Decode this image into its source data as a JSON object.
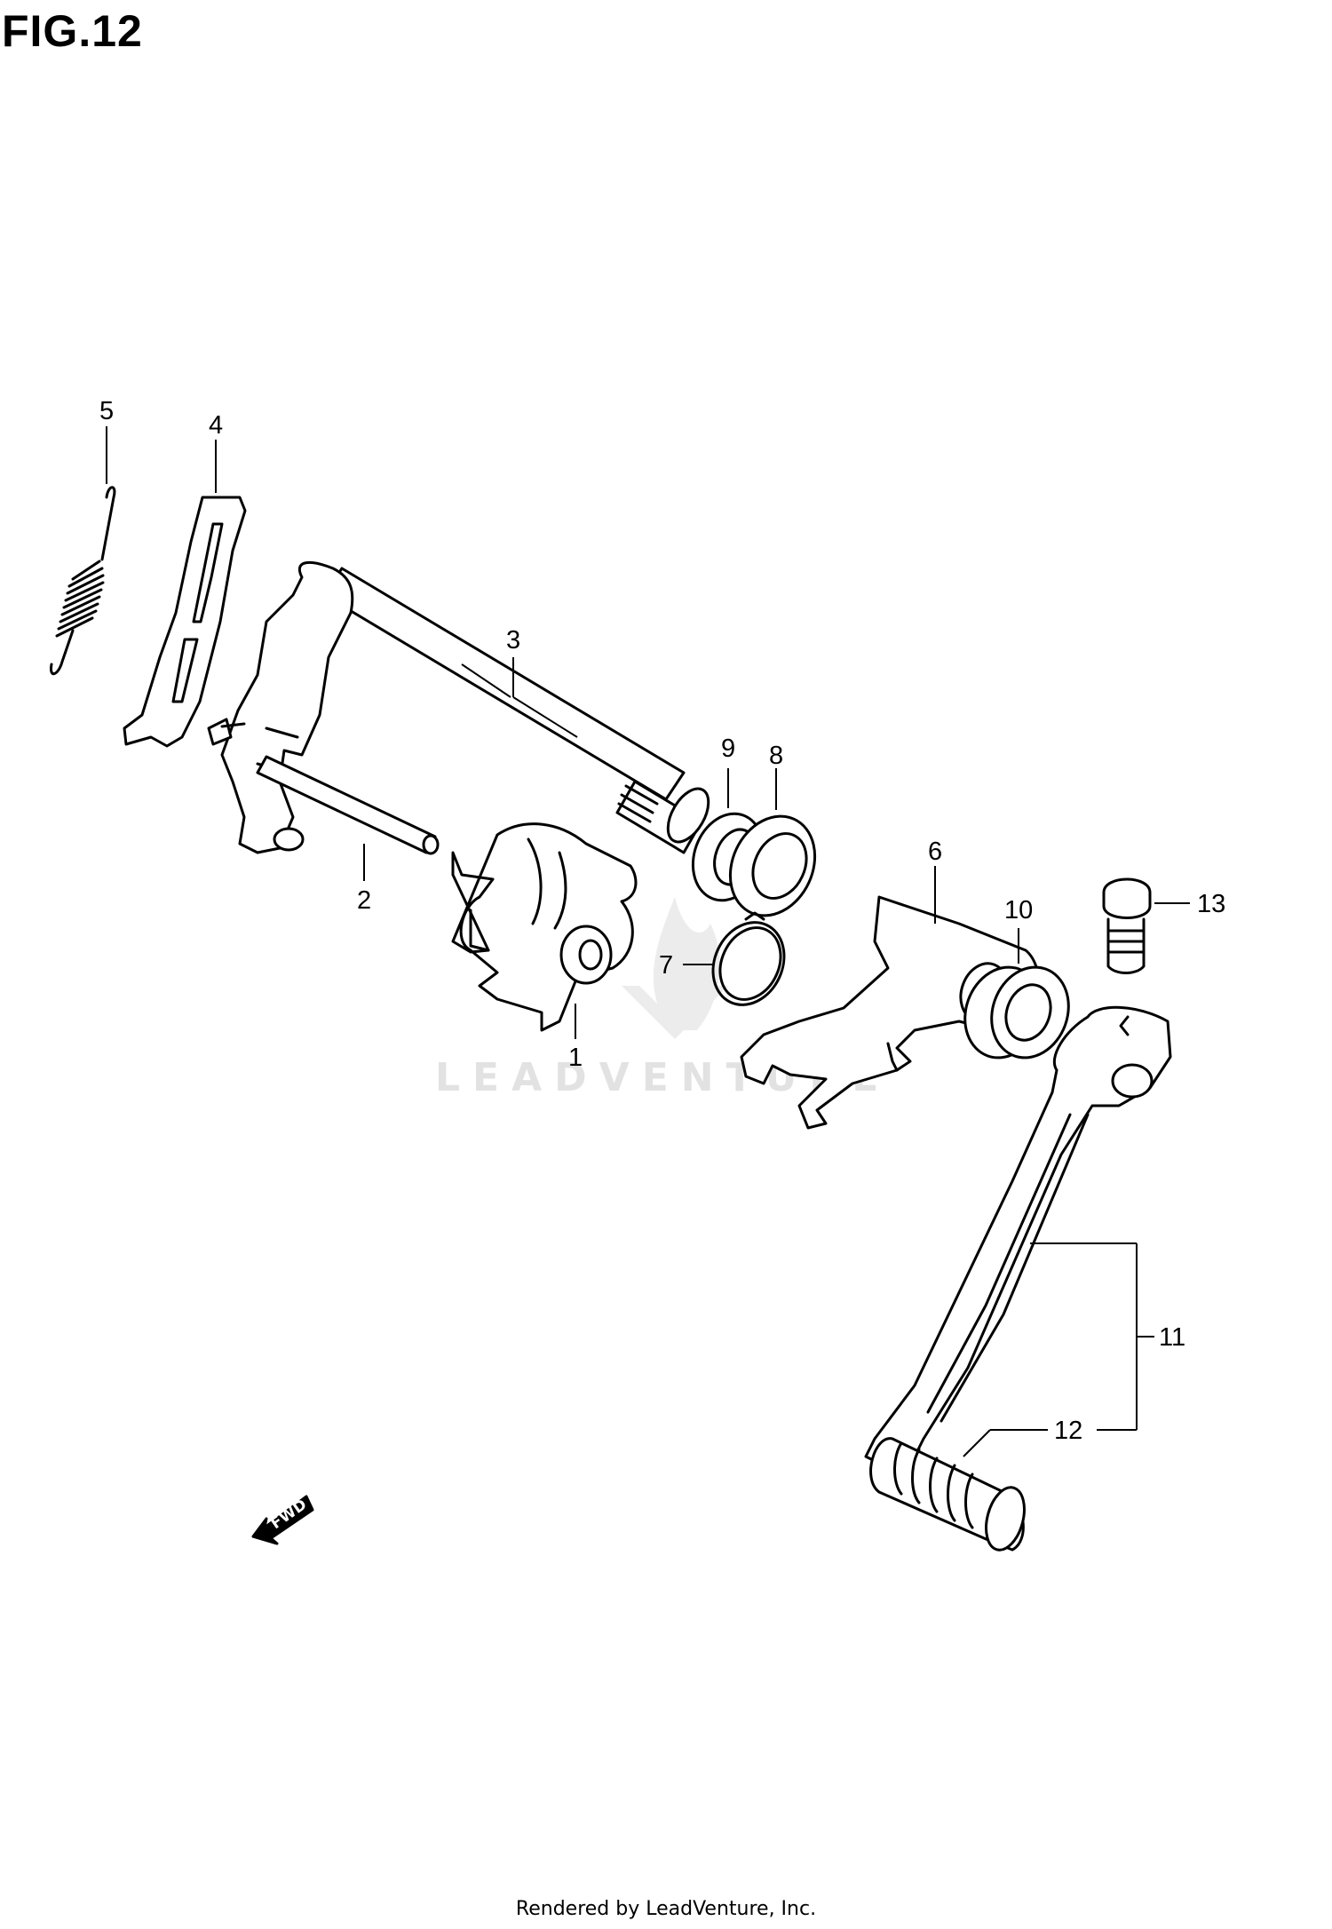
{
  "title": "FIG.12",
  "footer": "Rendered by LeadVenture, Inc.",
  "watermark": "LEADVENTURE",
  "fwd_label": "FWD",
  "callouts": [
    "1",
    "2",
    "3",
    "4",
    "5",
    "6",
    "7",
    "8",
    "9",
    "10",
    "11",
    "12",
    "13"
  ]
}
